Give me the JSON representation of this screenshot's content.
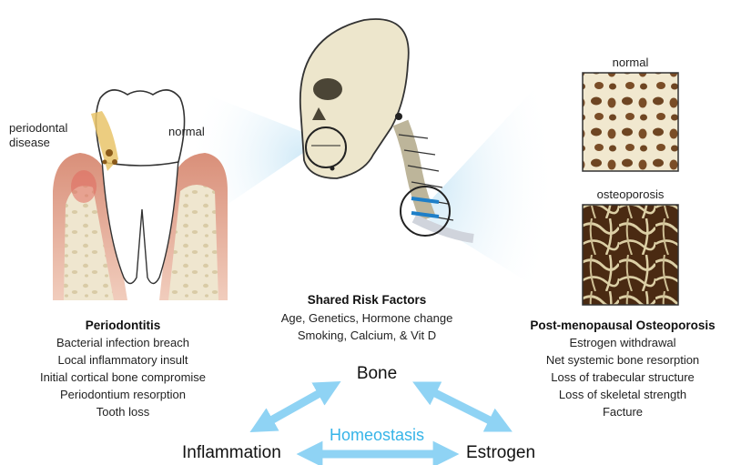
{
  "tooth": {
    "label_disease": "periodontal\ndisease",
    "label_normal": "normal"
  },
  "bone_samples": {
    "label_normal": "normal",
    "label_osteoporosis": "osteoporosis"
  },
  "periodontitis": {
    "title": "Periodontitis",
    "items": [
      "Bacterial infection breach",
      "Local inflammatory insult",
      "Initial cortical bone compromise",
      "Periodontium resorption",
      "Tooth loss"
    ]
  },
  "shared": {
    "title": "Shared Risk Factors",
    "lines": [
      "Age, Genetics, Hormone change",
      "Smoking, Calcium, & Vit D"
    ]
  },
  "osteoporosis": {
    "title": "Post-menopausal Osteoporosis",
    "items": [
      "Estrogen withdrawal",
      "Net systemic bone resorption",
      "Loss of trabecular structure",
      "Loss of skeletal strength",
      "Facture"
    ]
  },
  "triangle": {
    "bone": "Bone",
    "inflammation": "Inflammation",
    "estrogen": "Estrogen",
    "center": "Homeostasis"
  },
  "colors": {
    "arrow": "#8fd3f4",
    "homeostasis": "#36b4e8",
    "skull": "#ede6cc",
    "gum": "#e0a58e"
  }
}
